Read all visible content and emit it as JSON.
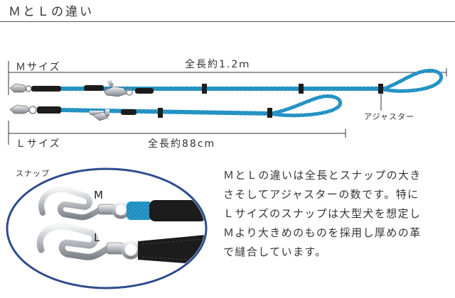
{
  "title": "ＭとＬの違い",
  "leash_m": {
    "size_label": "Ｍサイズ",
    "length_label": "全長約1.2ｍ"
  },
  "leash_l": {
    "size_label": "Ｌサイズ",
    "length_label": "全長約88cm"
  },
  "adjuster_label": "アジャスター",
  "snap_section": {
    "label": "スナップ",
    "m_label": "M",
    "l_label": "L"
  },
  "description": {
    "lines": [
      "ＭとＬの違いは全長とスナップの大き",
      "さそしてアジャスターの数です。特に",
      "Ｌサイズのスナップは大型犬を想定し",
      "Ｍより大きめのものを採用し厚めの革",
      "で縫合しています。"
    ]
  },
  "colors": {
    "rope": "#2b9fd1",
    "rope_dark": "#1a7fae",
    "leather": "#1c1c1c",
    "metal": "#b8bcc2",
    "accent_line": "#333333"
  }
}
